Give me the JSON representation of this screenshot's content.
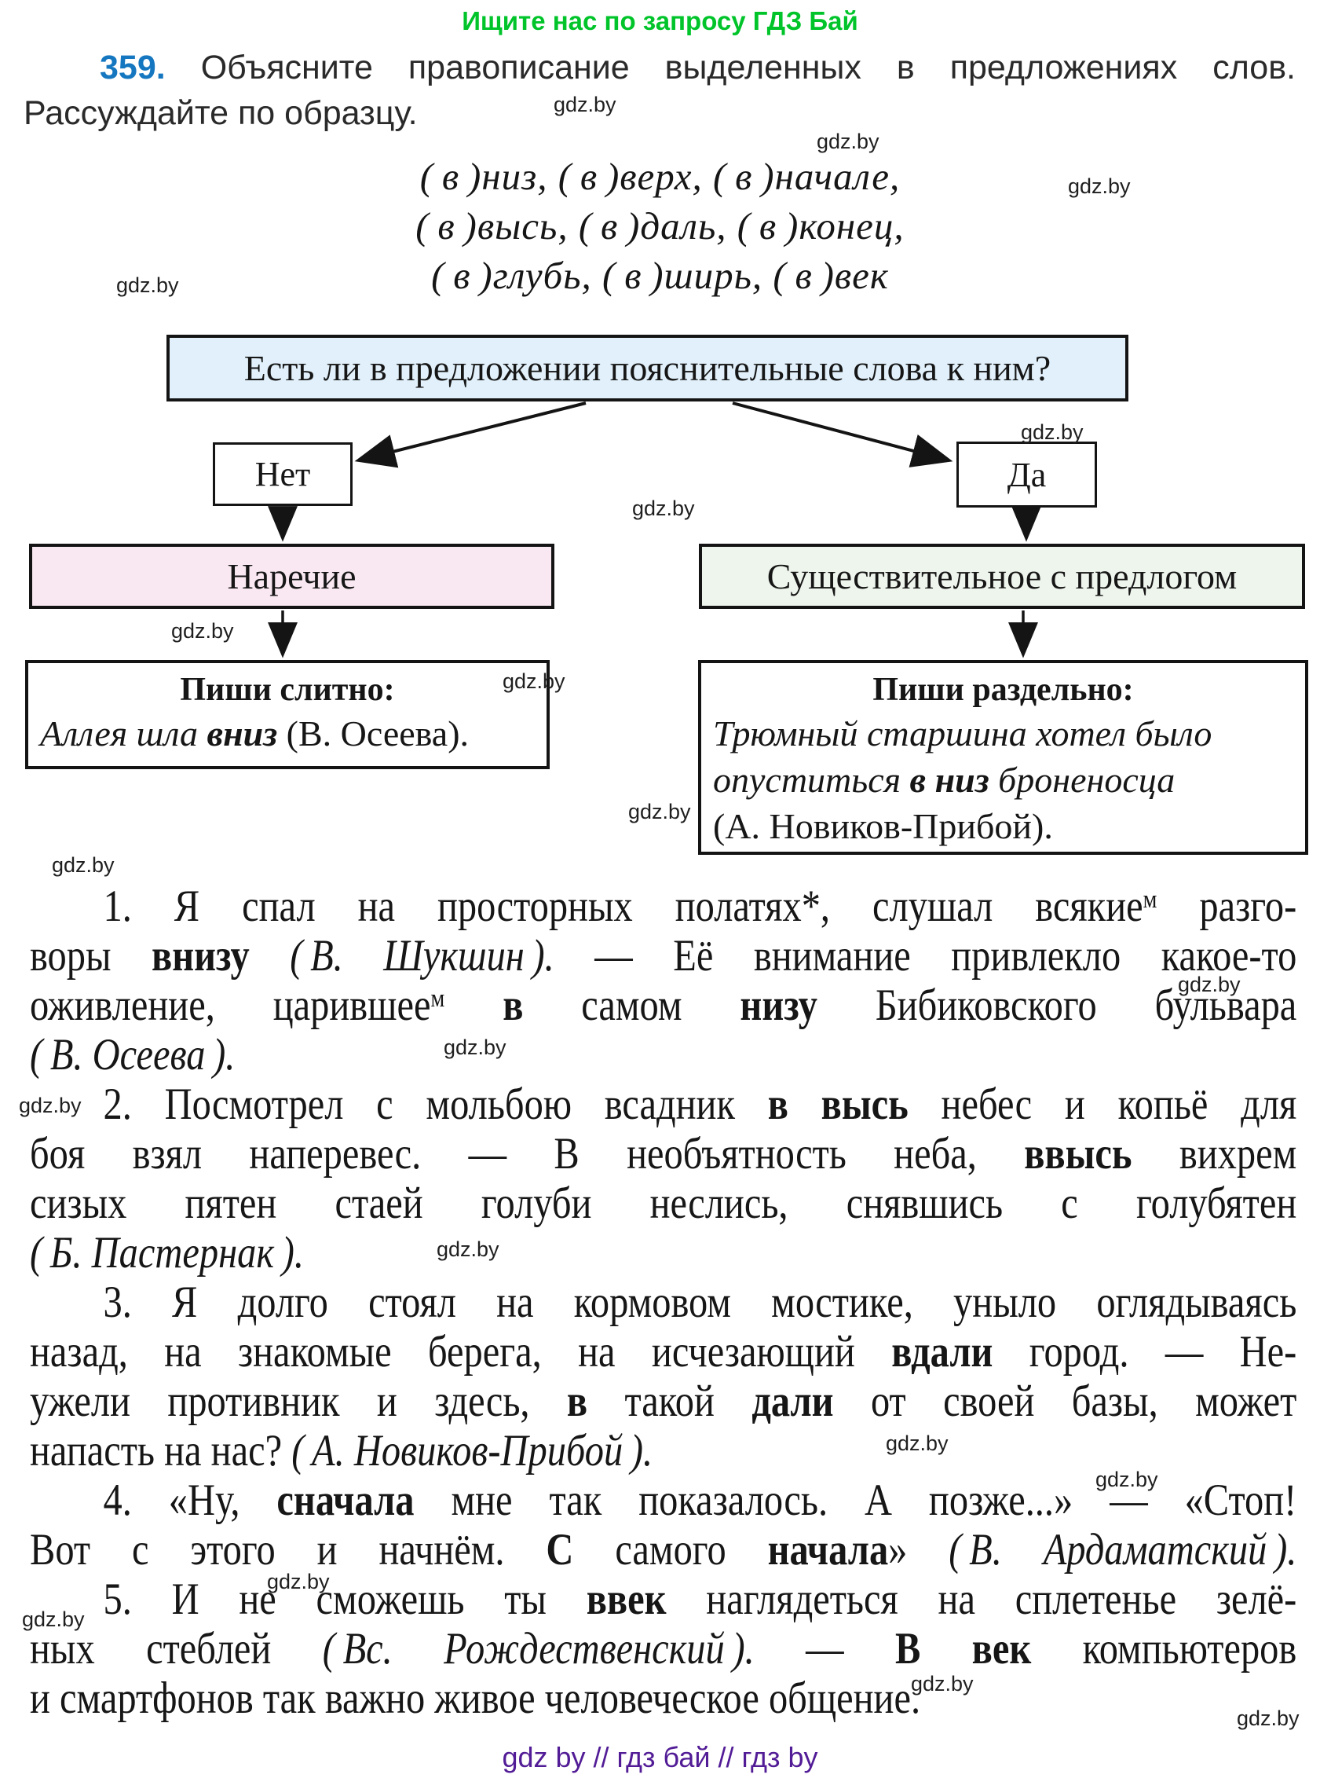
{
  "header": {
    "promo": "Ищите нас по запросу ГДЗ Бай"
  },
  "watermark": "gdz.by",
  "exercise": {
    "line1": [
      {
        "t": "359.",
        "s": "n"
      },
      {
        "t": " Объясните правописание выделенных в предложениях слов.",
        "s": ""
      }
    ],
    "line2": "Рассуждайте по образцу."
  },
  "word_list": [
    "( в )низ, ( в )верх, ( в )начале,",
    "( в )высь, ( в )даль, ( в )конец,",
    "( в )глубь, ( в )ширь, ( в )век"
  ],
  "flowchart": {
    "question": "Есть ли в предложении пояснительные слова к ним?",
    "no_label": "Нет",
    "yes_label": "Да",
    "adverb_label": "Наречие",
    "noun_label": "Существительное с предлогом",
    "write_together": {
      "title": "Пиши слитно:",
      "example": [
        {
          "t": "Аллея шла ",
          "s": "i"
        },
        {
          "t": "вниз",
          "s": "bi"
        },
        {
          "t": " (В. Осеева).",
          "s": ""
        }
      ]
    },
    "write_separately": {
      "title": "Пиши раздельно:",
      "lines": [
        [
          {
            "t": "Трюмный старшина хотел было",
            "s": "i"
          }
        ],
        [
          {
            "t": "опуститься ",
            "s": "i"
          },
          {
            "t": "в низ",
            "s": "bi"
          },
          {
            "t": " броненосца",
            "s": "i"
          }
        ],
        [
          {
            "t": "(А. Новиков-Прибой).",
            "s": ""
          }
        ]
      ]
    }
  },
  "sentences": [
    {
      "lines": [
        [
          {
            "t": "1. Я спал на просторных полатях*, слушал всякие",
            "s": ""
          },
          {
            "t": "м",
            "s": "p"
          },
          {
            "t": " разго-",
            "s": ""
          }
        ],
        [
          {
            "t": "воры ",
            "s": ""
          },
          {
            "t": "внизу",
            "s": "b"
          },
          {
            "t": " ",
            "s": ""
          },
          {
            "t": "( В. Шукшин ).",
            "s": "i"
          },
          {
            "t": " — Её внимание привлекло какое-то",
            "s": ""
          }
        ],
        [
          {
            "t": "оживление, царившее",
            "s": ""
          },
          {
            "t": "м",
            "s": "p"
          },
          {
            "t": " ",
            "s": ""
          },
          {
            "t": "в",
            "s": "b"
          },
          {
            "t": " самом ",
            "s": ""
          },
          {
            "t": "низу",
            "s": "b"
          },
          {
            "t": " Бибиковского бульвара",
            "s": ""
          }
        ],
        [
          {
            "t": "( В. Осеева ).",
            "s": "i"
          }
        ]
      ]
    },
    {
      "lines": [
        [
          {
            "t": "2. Посмотрел с мольбою всадник ",
            "s": ""
          },
          {
            "t": "в высь",
            "s": "b"
          },
          {
            "t": " небес и копьё для",
            "s": ""
          }
        ],
        [
          {
            "t": "боя взял наперевес. — В необъятность неба, ",
            "s": ""
          },
          {
            "t": "ввысь",
            "s": "b"
          },
          {
            "t": " вихрем",
            "s": ""
          }
        ],
        [
          {
            "t": "сизых пятен стаей голуби неслись, снявшись с голубятен",
            "s": ""
          }
        ],
        [
          {
            "t": "( Б. Пастернак ).",
            "s": "i"
          }
        ]
      ]
    },
    {
      "lines": [
        [
          {
            "t": "3. Я долго стоял на кормовом мостике, уныло оглядываясь",
            "s": ""
          }
        ],
        [
          {
            "t": "назад, на знакомые берега, на исчезающий ",
            "s": ""
          },
          {
            "t": "вдали",
            "s": "b"
          },
          {
            "t": " город. — Не-",
            "s": ""
          }
        ],
        [
          {
            "t": "ужели противник и здесь, ",
            "s": ""
          },
          {
            "t": "в",
            "s": "b"
          },
          {
            "t": " такой ",
            "s": ""
          },
          {
            "t": "дали",
            "s": "b"
          },
          {
            "t": " от своей базы, может",
            "s": ""
          }
        ],
        [
          {
            "t": "напасть на нас? ",
            "s": ""
          },
          {
            "t": "( А. Новиков-Прибой ).",
            "s": "i"
          }
        ]
      ]
    },
    {
      "lines": [
        [
          {
            "t": "4. «Ну, ",
            "s": ""
          },
          {
            "t": "сначала",
            "s": "b"
          },
          {
            "t": " мне так показалось. А позже...» — «Стоп!",
            "s": ""
          }
        ],
        [
          {
            "t": "Вот с этого и начнём. ",
            "s": ""
          },
          {
            "t": "С",
            "s": "b"
          },
          {
            "t": " самого ",
            "s": ""
          },
          {
            "t": "начала",
            "s": "b"
          },
          {
            "t": "» ",
            "s": ""
          },
          {
            "t": "( В. Ардаматский ).",
            "s": "i"
          }
        ]
      ]
    },
    {
      "lines": [
        [
          {
            "t": "5. И не сможешь ты ",
            "s": ""
          },
          {
            "t": "ввек",
            "s": "b"
          },
          {
            "t": " наглядеться на сплетенье зелё-",
            "s": ""
          }
        ],
        [
          {
            "t": "ных стеблей ",
            "s": ""
          },
          {
            "t": "( Вс. Рождественский ).",
            "s": "i"
          },
          {
            "t": " — ",
            "s": ""
          },
          {
            "t": "В век",
            "s": "b"
          },
          {
            "t": " компьютеров",
            "s": ""
          }
        ],
        [
          {
            "t": "и смартфонов так важно живое человеческое общение.",
            "s": ""
          }
        ]
      ]
    }
  ],
  "footer": {
    "text": "gdz by // гдз бай // гдз by"
  },
  "colors": {
    "promo_green": "#00c42a",
    "number_blue": "#1577c0",
    "footer_purple": "#521c96",
    "question_box_bg": "#e1f0fa",
    "adverb_box_bg": "#f9e8f1",
    "noun_box_bg": "#eef5ed",
    "border_black": "#141414"
  }
}
